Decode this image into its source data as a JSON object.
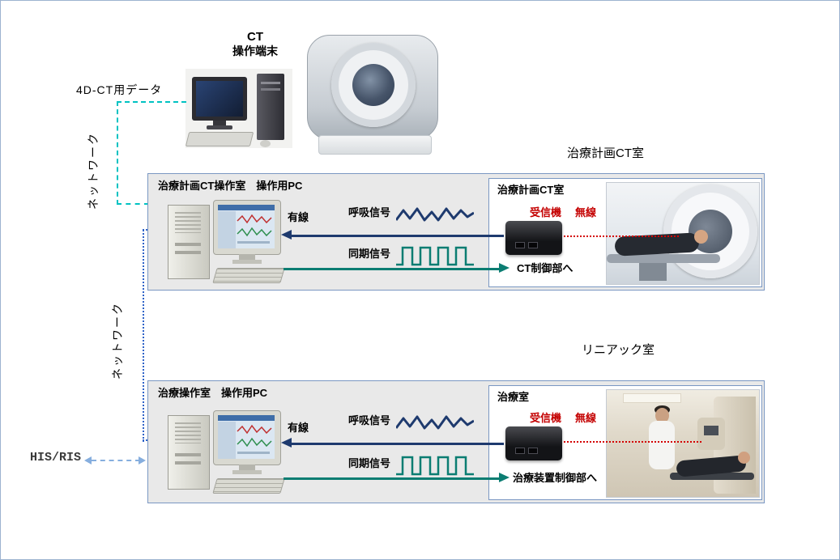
{
  "diagram": {
    "ct_terminal_label": {
      "line1": "CT",
      "line2": "操作端末"
    },
    "data_feed_label": "4D-CT用データ",
    "network_labels": {
      "top": "ネットワーク",
      "middle": "ネットワーク"
    },
    "his_ris_label": "HIS/RIS",
    "panels": [
      {
        "room_header": "治療計画CT室",
        "operator_title": "治療計画CT操作室　操作用PC",
        "wired_label": "有線",
        "respiration_label": "呼吸信号",
        "sync_label": "同期信号",
        "control_label": "CT制御部へ",
        "room_title": "治療計画CT室",
        "receiver_label": "受信機",
        "wireless_label": "無線"
      },
      {
        "room_header": "リニアック室",
        "operator_title": "治療操作室　操作用PC",
        "wired_label": "有線",
        "respiration_label": "呼吸信号",
        "sync_label": "同期信号",
        "control_label": "治療装置制御部へ",
        "room_title": "治療室",
        "receiver_label": "受信機",
        "wireless_label": "無線"
      }
    ],
    "colors": {
      "respiration_signal": "#1e3a6e",
      "sync_signal": "#0b7d72",
      "wireless_link": "#d40000",
      "network_lan": "#00c2c2",
      "network_backbone": "#2f63c8",
      "his_ris_link": "#86aede"
    }
  }
}
